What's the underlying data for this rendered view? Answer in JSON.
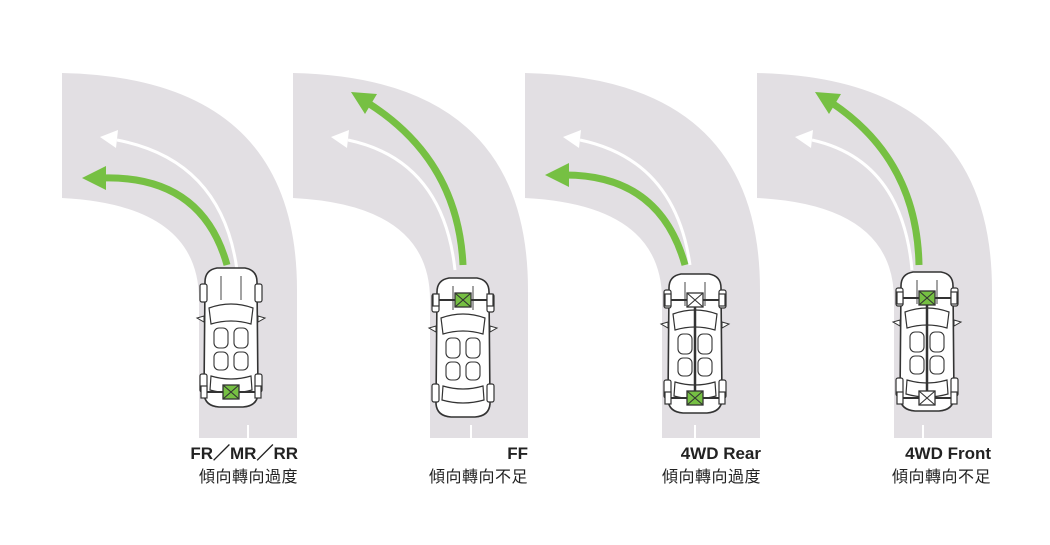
{
  "colors": {
    "road": "#e2dfe3",
    "arrow_green": "#76c043",
    "arrow_white": "#ffffff",
    "car_outline": "#333333",
    "drive_unit": "#76c043"
  },
  "panels": [
    {
      "drive": "FR／MR／RR",
      "behavior": "傾向轉向過度",
      "driven_axle": "rear",
      "arrow": "oversteer"
    },
    {
      "drive": "FF",
      "behavior": "傾向轉向不足",
      "driven_axle": "front",
      "arrow": "understeer"
    },
    {
      "drive": "4WD Rear",
      "behavior": "傾向轉向過度",
      "driven_axle": "both-rear-bias",
      "arrow": "oversteer"
    },
    {
      "drive": "4WD Front",
      "behavior": "傾向轉向不足",
      "driven_axle": "both-front-bias",
      "arrow": "understeer"
    }
  ]
}
